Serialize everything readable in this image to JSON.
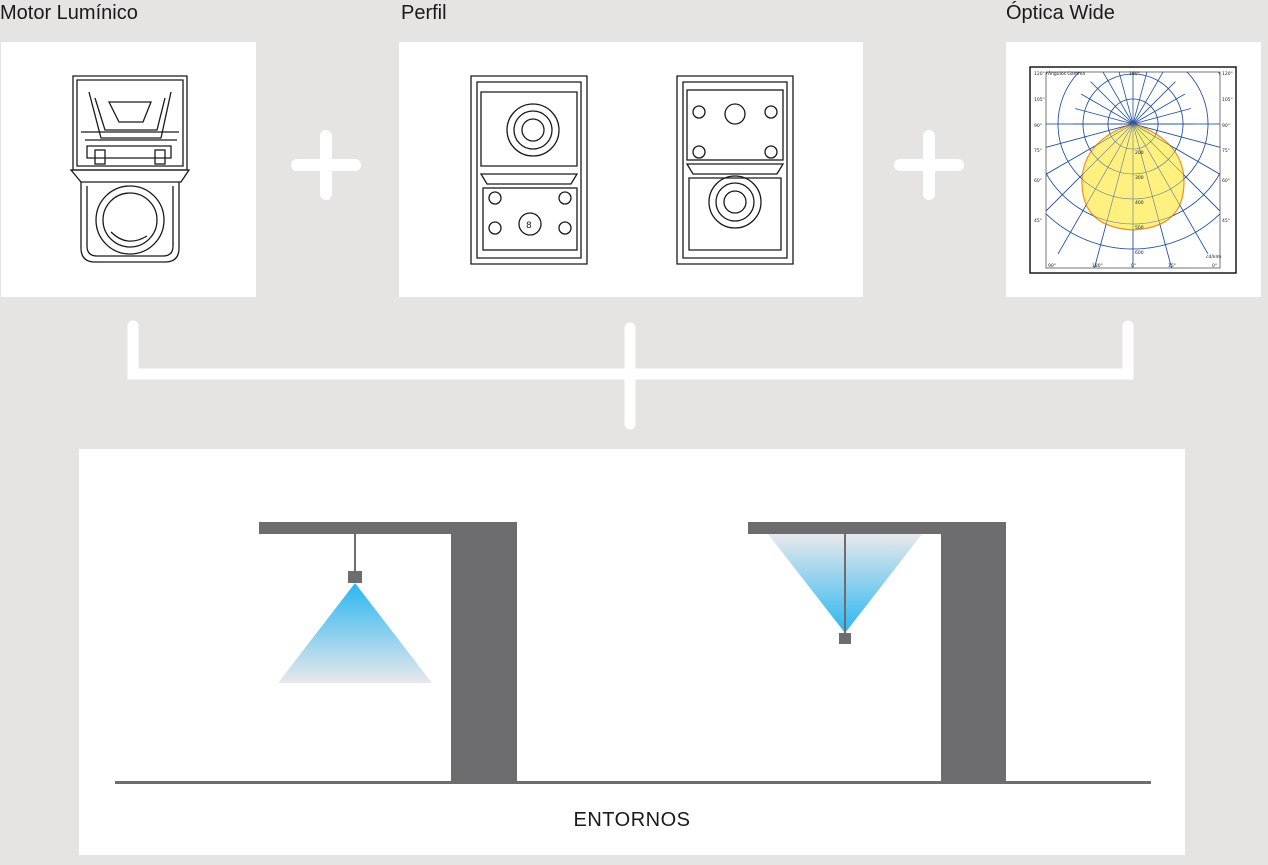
{
  "labels": {
    "motor": "Motor Lumínico",
    "perfil": "Perfil",
    "optica": "Óptica Wide"
  },
  "polar_chart": {
    "corner_labels": [
      "120°",
      "120°",
      "105°",
      "105°",
      "90°",
      "90°",
      "75°",
      "75°",
      "60°",
      "60°",
      "45°",
      "45°"
    ],
    "title_left": "Ángulos Gamma",
    "top_label": "180°",
    "bottom_labels": [
      "90°",
      "180°",
      "0°",
      "15°",
      "0°"
    ],
    "radial_values": [
      "200",
      "300",
      "400",
      "500",
      "600"
    ],
    "unit_note": "cd/klm"
  },
  "scene": {
    "label": "ENTORNOS"
  },
  "colors": {
    "background": "#e5e4e2",
    "panel": "#ffffff",
    "wall": "#6d6d6f",
    "beam_top": "#2ab7f0",
    "beam_bottom": "#e8e8ec",
    "polar_fill": "#fff07a",
    "polar_orange": "#f08a1c",
    "polar_grid": "#1f4f9e"
  }
}
